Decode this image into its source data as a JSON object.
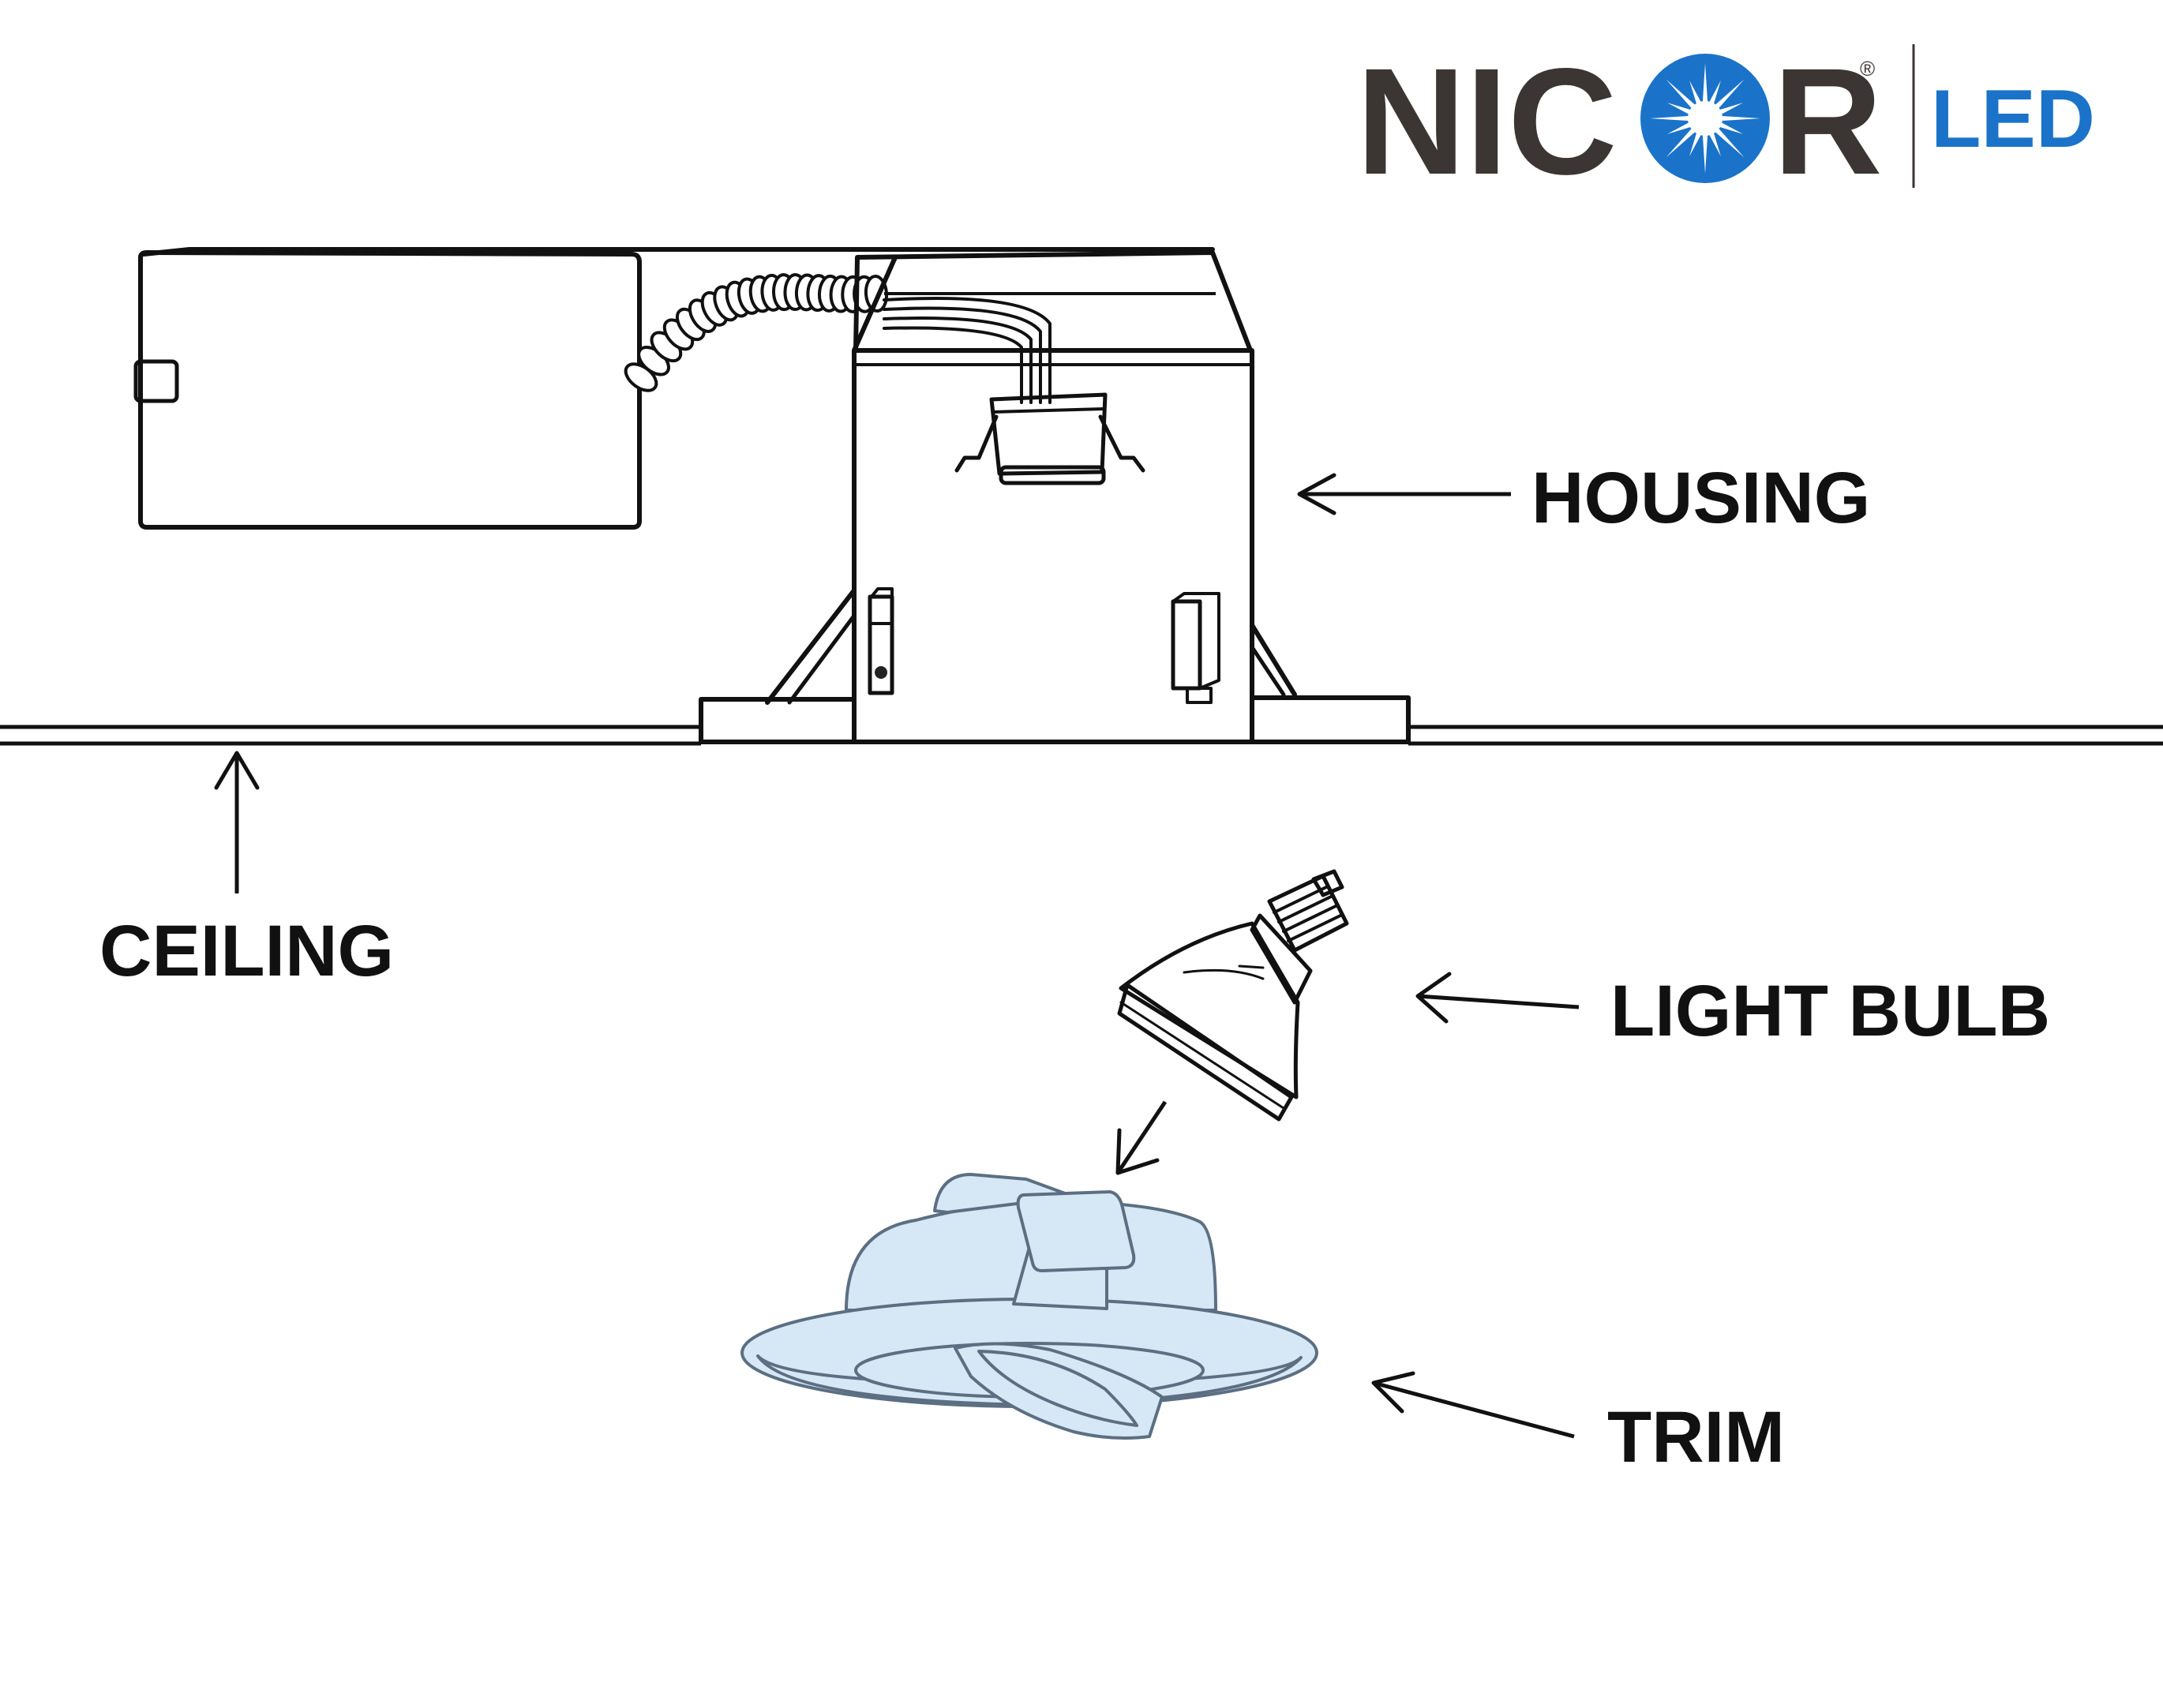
{
  "logo": {
    "brand_text": "NIC",
    "brand_text_end": "R",
    "registered_mark": "®",
    "product_text": "LED",
    "brand_color": "#3b3633",
    "accent_color": "#1a73c9"
  },
  "labels": {
    "housing": "HOUSING",
    "ceiling": "CEILING",
    "light_bulb": "LIGHT BULB",
    "trim": "TRIM"
  },
  "colors": {
    "line": "#111111",
    "trim_fill": "#d6e8f6",
    "trim_stroke": "#5c6f82"
  },
  "icons": {
    "logo_star": "star-burst-icon",
    "arrows": "arrow-icon"
  }
}
